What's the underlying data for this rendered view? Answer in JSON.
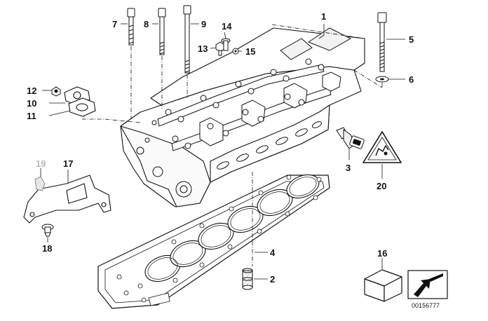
{
  "diagram": {
    "callouts": [
      {
        "id": "c1",
        "number": "1"
      },
      {
        "id": "c2",
        "number": "2"
      },
      {
        "id": "c3",
        "number": "3"
      },
      {
        "id": "c4",
        "number": "4"
      },
      {
        "id": "c5",
        "number": "5"
      },
      {
        "id": "c6",
        "number": "6"
      },
      {
        "id": "c7",
        "number": "7"
      },
      {
        "id": "c8",
        "number": "8"
      },
      {
        "id": "c9",
        "number": "9"
      },
      {
        "id": "c10",
        "number": "10"
      },
      {
        "id": "c11",
        "number": "11"
      },
      {
        "id": "c12",
        "number": "12"
      },
      {
        "id": "c13",
        "number": "13"
      },
      {
        "id": "c14",
        "number": "14"
      },
      {
        "id": "c15",
        "number": "15"
      },
      {
        "id": "c16",
        "number": "16"
      },
      {
        "id": "c17",
        "number": "17"
      },
      {
        "id": "c18",
        "number": "18"
      },
      {
        "id": "c19",
        "number": "19",
        "status": "greyed"
      },
      {
        "id": "c20",
        "number": "20"
      }
    ],
    "drawing_code": "00156777",
    "colors": {
      "line": "#111111",
      "greyed": "#b8b8b8",
      "background": "#ffffff"
    },
    "icons": [
      "cylinder-head-part",
      "head-gasket-part",
      "temperature-sensor-part",
      "warning-triangle-icon",
      "parts-box-icon",
      "repair-arrow-icon"
    ]
  }
}
